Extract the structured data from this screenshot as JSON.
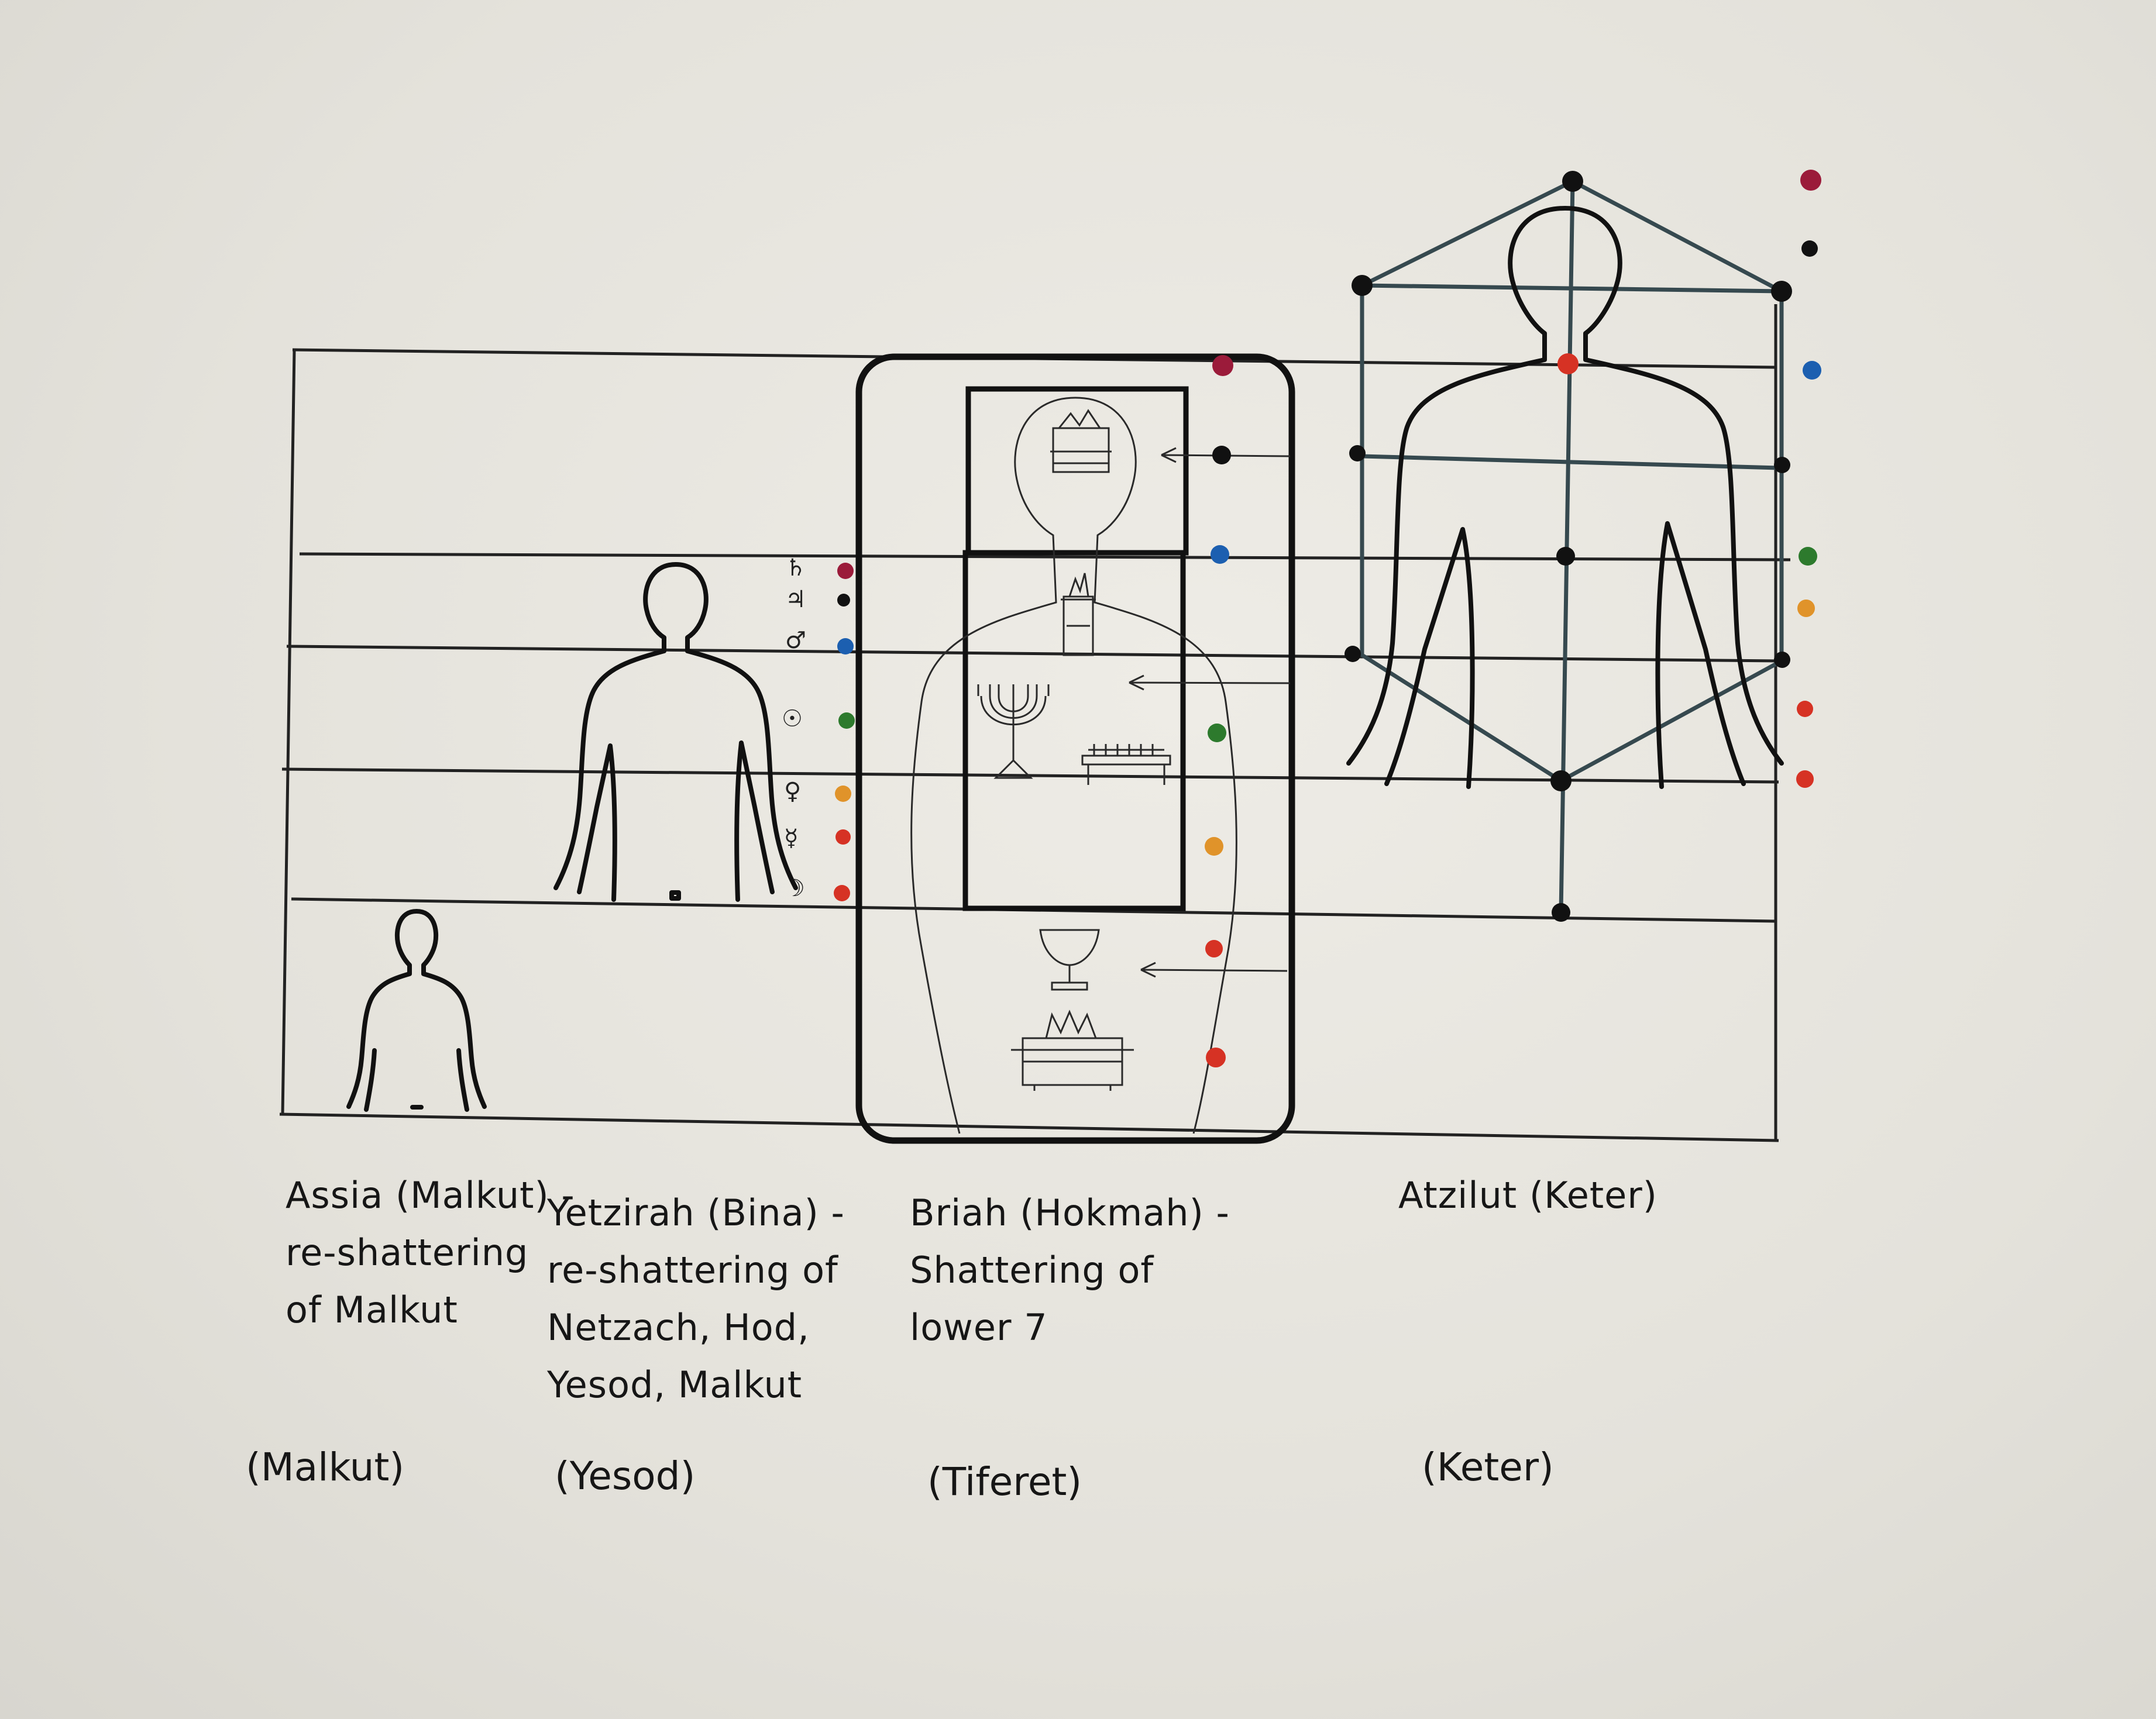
{
  "columns": [
    {
      "id": "assia",
      "heading": "Assia (Malkut) -",
      "lines": [
        "re-shattering",
        "of Malkut"
      ],
      "sefirah": "(Malkut)"
    },
    {
      "id": "yetzirah",
      "heading": "Yetzirah (Bina) -",
      "lines": [
        "re-shattering of",
        "Netzach, Hod,",
        "Yesod, Malkut"
      ],
      "sefirah": "(Yesod)"
    },
    {
      "id": "briah",
      "heading": "Briah (Hokmah) -",
      "lines": [
        "Shattering of",
        "lower 7"
      ],
      "sefirah": "(Tiferet)"
    },
    {
      "id": "atzilut",
      "heading": "Atzilut (Keter)",
      "lines": [],
      "sefirah": "(Keter)"
    }
  ],
  "planet_glyphs": [
    "♄",
    "♃",
    "♂",
    "☉",
    "♀",
    "☿",
    "☽"
  ],
  "colors": {
    "paper": "#e6e4dd",
    "ink": "#111111",
    "tree_line": "#36494f",
    "crimson": "#9b1b3a",
    "black": "#111111",
    "blue": "#1c5fb0",
    "green": "#2d7a2d",
    "orange": "#e0932a",
    "red": "#d63224"
  },
  "icons": [
    "ark-of-covenant-icon",
    "incense-altar-icon",
    "menorah-icon",
    "showbread-table-icon",
    "laver-icon",
    "burnt-offering-altar-icon"
  ]
}
